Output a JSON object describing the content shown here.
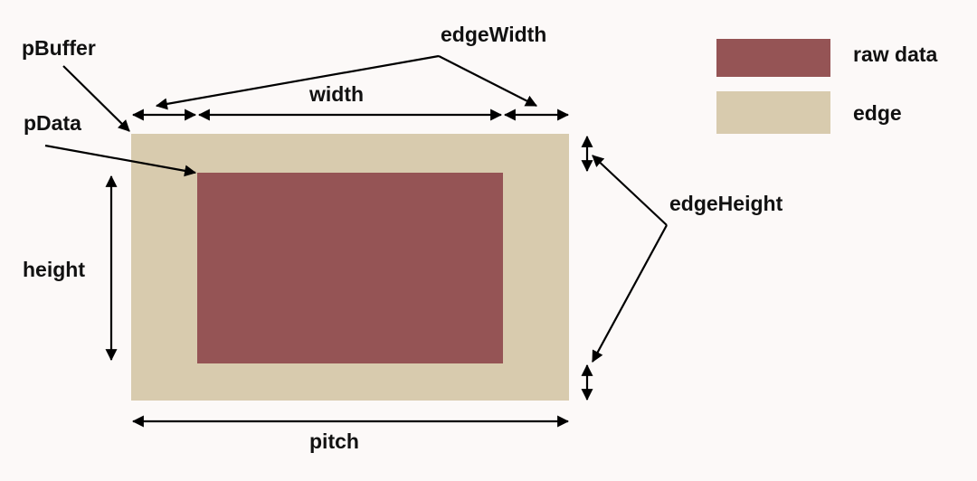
{
  "colors": {
    "background": "#fcf9f8",
    "raw_data": "#955455",
    "edge": "#d8cbae",
    "line": "#000000",
    "text": "#111111"
  },
  "labels": {
    "pBuffer": "pBuffer",
    "pData": "pData",
    "width": "width",
    "height": "height",
    "pitch": "pitch",
    "edgeWidth": "edgeWidth",
    "edgeHeight": "edgeHeight"
  },
  "legend": [
    {
      "label": "raw data",
      "color_key": "raw_data"
    },
    {
      "label": "edge",
      "color_key": "edge"
    }
  ]
}
